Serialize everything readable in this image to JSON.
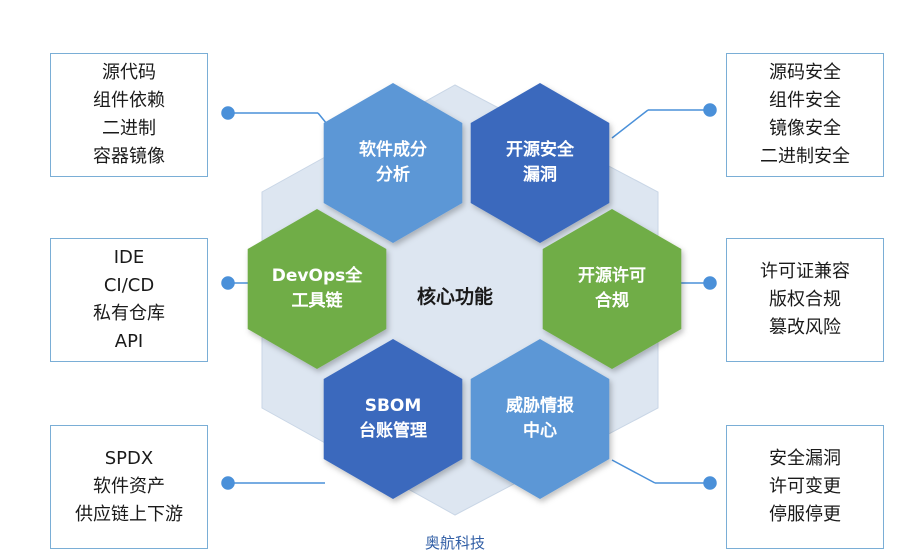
{
  "center_label": "核心功能",
  "caption": "奥航科技",
  "colors": {
    "blue_light": "#5b97d6",
    "blue_dark": "#3a69bd",
    "green": "#6fad47",
    "backdrop": "#dde6f1",
    "box_border": "#7aaed6",
    "connector": "#4a90d9"
  },
  "hexagons": [
    {
      "lines": [
        "软件成分",
        "分析"
      ],
      "color": "blue_light"
    },
    {
      "lines": [
        "开源安全",
        "漏洞"
      ],
      "color": "blue_dark"
    },
    {
      "lines": [
        "DevOps全",
        "工具链"
      ],
      "color": "green"
    },
    {
      "lines": [
        "开源许可",
        "合规"
      ],
      "color": "green"
    },
    {
      "lines": [
        "SBOM",
        "台账管理"
      ],
      "color": "blue_dark"
    },
    {
      "lines": [
        "威胁情报",
        "中心"
      ],
      "color": "blue_light"
    }
  ],
  "boxes": {
    "top_left": [
      "源代码",
      "组件依赖",
      "二进制",
      "容器镜像"
    ],
    "middle_left": [
      "IDE",
      "CI/CD",
      "私有仓库",
      "API"
    ],
    "bottom_left": [
      "SPDX",
      "软件资产",
      "供应链上下游"
    ],
    "top_right": [
      "源码安全",
      "组件安全",
      "镜像安全",
      "二进制安全"
    ],
    "middle_right": [
      "许可证兼容",
      "版权合规",
      "篡改风险"
    ],
    "bottom_right": [
      "安全漏洞",
      "许可变更",
      "停服停更"
    ]
  }
}
